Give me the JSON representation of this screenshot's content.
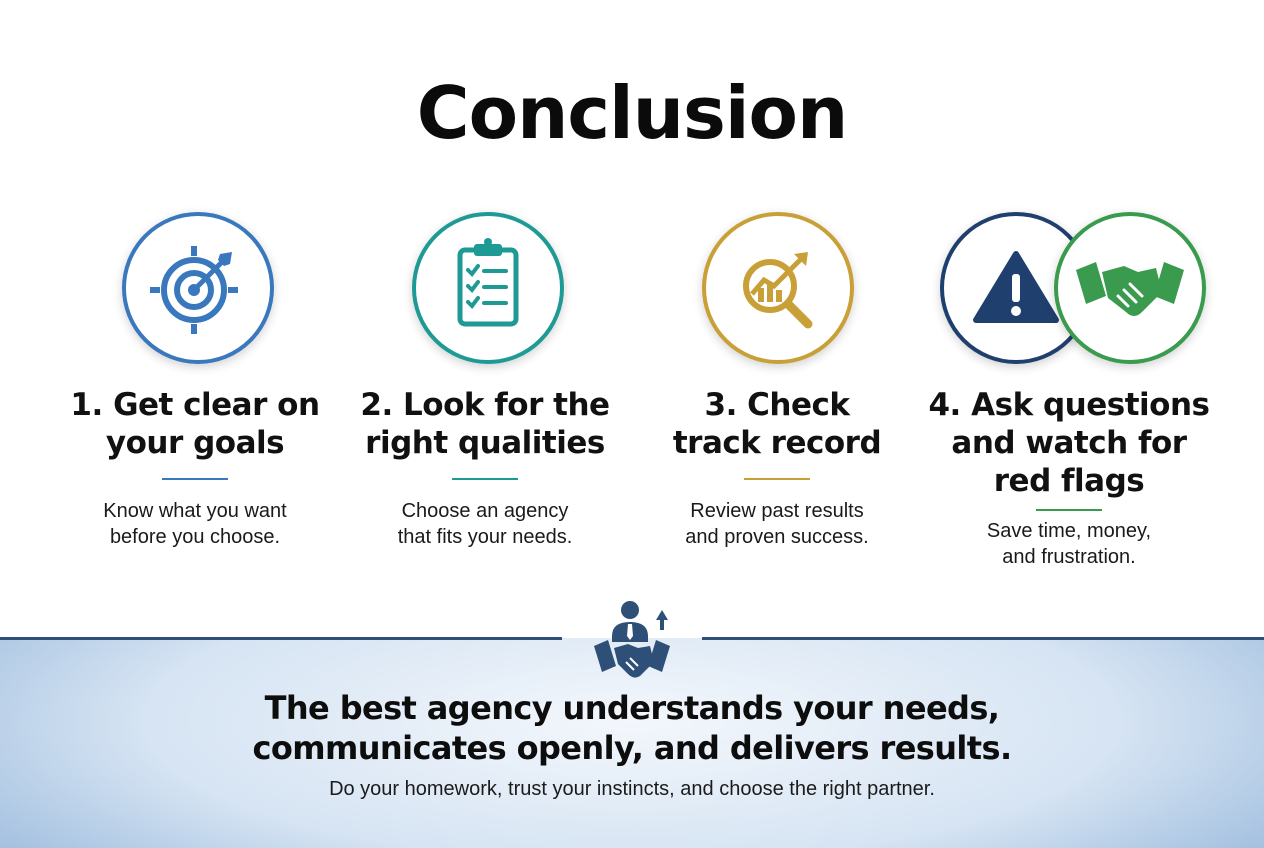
{
  "title": "Conclusion",
  "steps": [
    {
      "number": "1.",
      "title_line1": "Get clear on",
      "title_line2": "your goals",
      "desc_line1": "Know what you want",
      "desc_line2": "before you choose.",
      "icon": "target-icon",
      "color": "#3a78be"
    },
    {
      "number": "2.",
      "title_line1": "Look for the",
      "title_line2": "right qualities",
      "desc_line1": "Choose an agency",
      "desc_line2": "that fits your needs.",
      "icon": "clipboard-checklist-icon",
      "color": "#1e9a95"
    },
    {
      "number": "3.",
      "title_line1": "Check",
      "title_line2": "track record",
      "desc_line1": "Review past results",
      "desc_line2": "and proven success.",
      "icon": "magnifier-growth-icon",
      "color": "#c9a038"
    },
    {
      "number": "4.",
      "title_line1": "Ask questions",
      "title_line2": "and watch for",
      "title_line3": "red flags",
      "desc_line1": "Save time, money,",
      "desc_line2": "and frustration.",
      "icon": "warning-handshake-icon",
      "color": "#1f3f6e",
      "color2": "#3a9a4e"
    }
  ],
  "bottom": {
    "headline_line1": "The best agency understands your needs,",
    "headline_line2": "communicates openly, and delivers results.",
    "subline": "Do your homework, trust your instincts, and choose the right partner.",
    "icon": "business-handshake-icon",
    "accent": "#2e4f78"
  }
}
